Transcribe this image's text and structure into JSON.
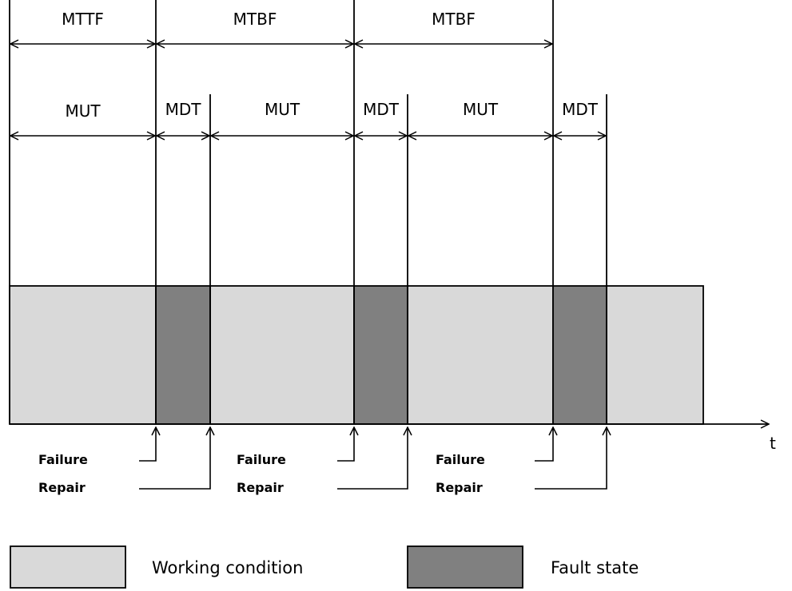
{
  "colors": {
    "working": "#d9d9d9",
    "fault": "#808080",
    "line": "#000000"
  },
  "intervals": {
    "top": [
      {
        "label": "MTTF"
      },
      {
        "label": "MTBF"
      },
      {
        "label": "MTBF"
      }
    ],
    "bottom": [
      {
        "label": "MUT"
      },
      {
        "label": "MDT"
      },
      {
        "label": "MUT"
      },
      {
        "label": "MDT"
      },
      {
        "label": "MUT"
      },
      {
        "label": "MDT"
      }
    ]
  },
  "timeline": {
    "axis_label": "t",
    "segments": [
      "working",
      "fault",
      "working",
      "fault",
      "working",
      "fault",
      "working"
    ]
  },
  "events": [
    {
      "failure_label": "Failure",
      "repair_label": "Repair"
    },
    {
      "failure_label": "Failure",
      "repair_label": "Repair"
    },
    {
      "failure_label": "Failure",
      "repair_label": "Repair"
    }
  ],
  "legend": {
    "working_label": "Working condition",
    "fault_label": "Fault state"
  }
}
